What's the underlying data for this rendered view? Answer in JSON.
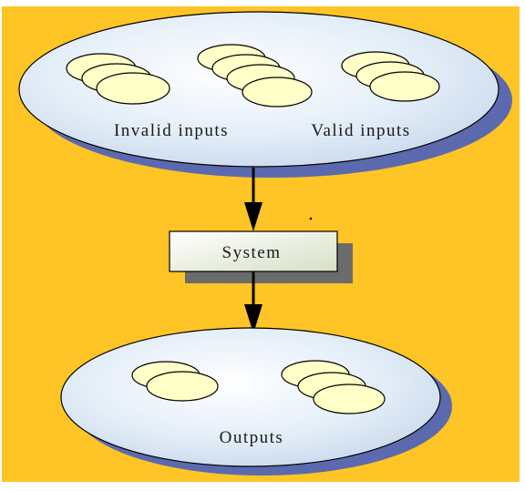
{
  "diagram": {
    "labels": {
      "invalid_inputs": "Invalid inputs",
      "valid_inputs": "Valid inputs",
      "system": "System",
      "outputs": "Outputs"
    },
    "colors": {
      "background": "#FFC425",
      "ellipse_fill": "#DCE8F5",
      "ellipse_shadow": "#5B6AAE",
      "token_fill": "#FFFFC8",
      "box_fill": "#E8EEDC",
      "box_shadow": "#6B6B6B",
      "stroke": "#000000"
    }
  }
}
